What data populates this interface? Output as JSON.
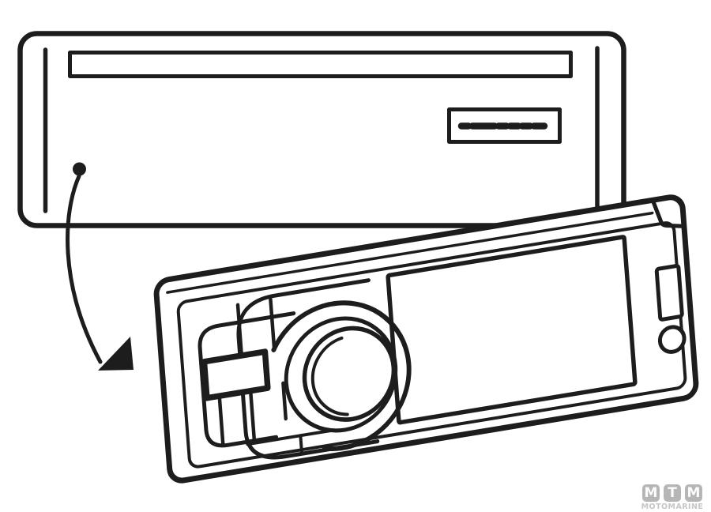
{
  "watermark": {
    "badges": [
      "M",
      "T",
      "M"
    ],
    "subtitle": "MOTOMARINE"
  },
  "colors": {
    "line": "#1d1d1d",
    "background": "#ffffff",
    "watermark_badge": "#b6b6b6",
    "watermark_text": "#c6c6c6"
  }
}
